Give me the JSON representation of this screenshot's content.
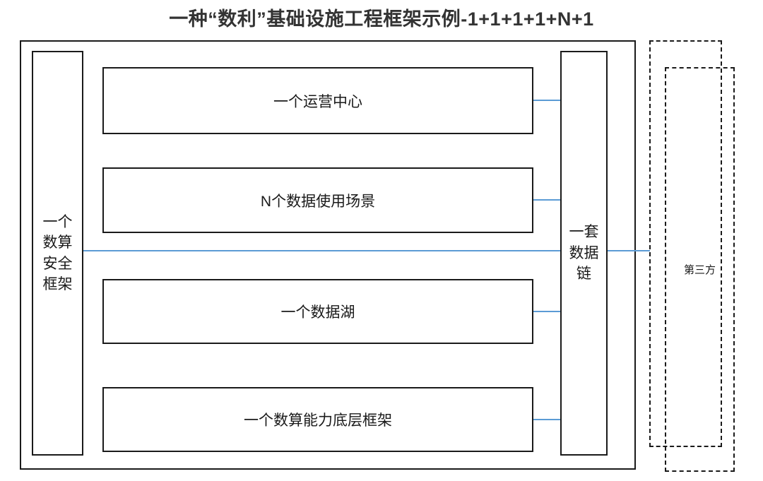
{
  "title": "一种“数利”基础设施工程框架示例-1+1+1+1+N+1",
  "left_panel": {
    "label": "一个\n数算\n安全\n框架"
  },
  "right_panel": {
    "label": "一套\n数据\n链"
  },
  "layers": [
    {
      "label": "一个运营中心"
    },
    {
      "label": "N个数据使用场景"
    },
    {
      "label": "一个数据湖"
    },
    {
      "label": "一个数算能力底层框架"
    }
  ],
  "third_party": {
    "label": "第三方"
  },
  "colors": {
    "connector": "#5b9bd5",
    "border": "#1a1a1a"
  }
}
